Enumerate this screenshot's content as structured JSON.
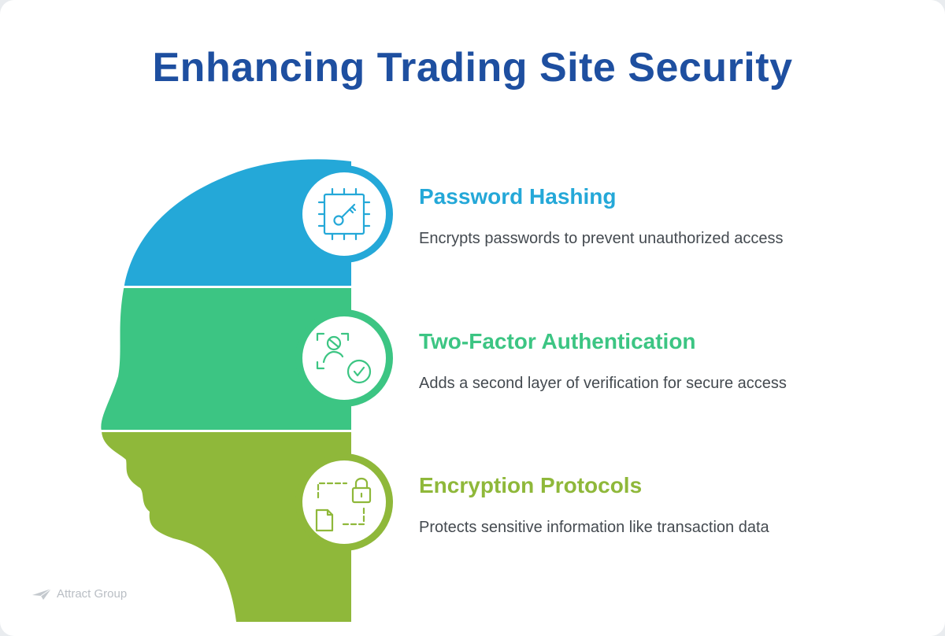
{
  "title": "Enhancing Trading Site Security",
  "colors": {
    "title": "#1e4fa0",
    "hashing": "#24a8d8",
    "two_factor": "#3cc583",
    "encryption": "#8fb83a",
    "icon_stroke": "#1f2a33",
    "desc_text": "#444a50"
  },
  "items": [
    {
      "title": "Password Hashing",
      "description": "Encrypts passwords to prevent unauthorized access",
      "icon": "key-chip-icon"
    },
    {
      "title": "Two-Factor Authentication",
      "description": "Adds a second layer of verification for secure access",
      "icon": "face-id-check-icon"
    },
    {
      "title": "Encryption Protocols",
      "description": "Protects sensitive information like transaction data",
      "icon": "file-lock-transfer-icon"
    }
  ],
  "watermark": "Attract Group"
}
